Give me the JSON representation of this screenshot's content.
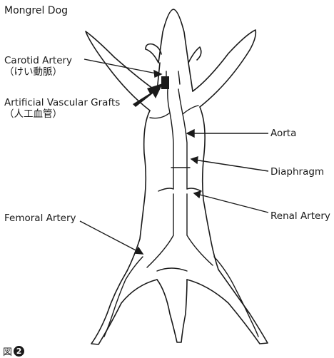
{
  "labels": {
    "title": "Mongrel Dog",
    "carotid_en": "Carotid Artery",
    "carotid_jp": "（けい動脈）",
    "grafts_en": "Artificial Vascular Grafts",
    "grafts_jp": "（人工血管）",
    "aorta": "Aorta",
    "diaphragm": "Diaphragm",
    "renal": "Renal Artery",
    "femoral": "Femoral Artery"
  },
  "figure": {
    "prefix": "図",
    "number": "2"
  },
  "colors": {
    "line": "#1a1a1a",
    "background": "#ffffff"
  }
}
